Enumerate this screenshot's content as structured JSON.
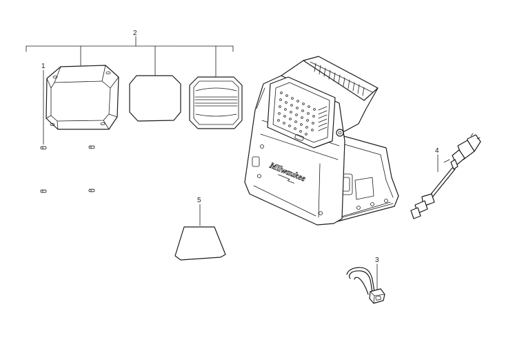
{
  "callouts": [
    {
      "id": "1",
      "label": "1"
    },
    {
      "id": "2",
      "label": "2"
    },
    {
      "id": "3",
      "label": "3"
    },
    {
      "id": "4",
      "label": "4"
    },
    {
      "id": "5",
      "label": "5"
    }
  ],
  "brand": {
    "logo_text": "Milwaukee"
  },
  "colors": {
    "line": "#1a1a1a",
    "background": "#ffffff"
  }
}
